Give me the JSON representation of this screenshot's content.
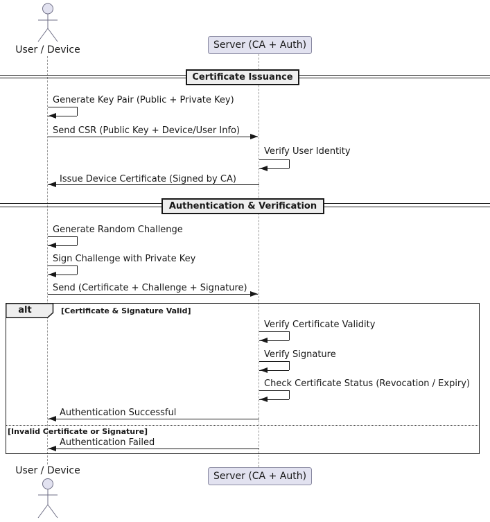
{
  "colors": {
    "participant_fill": "#E2E2F0",
    "participant_border": "#8888A0",
    "divider_fill": "#EEEEEE",
    "line": "#181818",
    "lifeline": "#999999"
  },
  "actors": {
    "user": {
      "label": "User / Device"
    },
    "server": {
      "label": "Server (CA + Auth)"
    }
  },
  "dividers": [
    {
      "label": "Certificate Issuance"
    },
    {
      "label": "Authentication & Verification"
    }
  ],
  "alt": {
    "operator": "alt",
    "guard_valid": "[Certificate & Signature Valid]",
    "guard_invalid": "[Invalid Certificate or Signature]"
  },
  "messages": {
    "generate_key_pair": "Generate Key Pair (Public + Private Key)",
    "send_csr": "Send CSR (Public Key + Device/User Info)",
    "verify_user_identity": "Verify User Identity",
    "issue_certificate": "Issue Device Certificate (Signed by CA)",
    "generate_challenge": "Generate Random Challenge",
    "sign_challenge": "Sign Challenge with Private Key",
    "send_cert_challenge_sig": "Send (Certificate + Challenge + Signature)",
    "verify_cert_validity": "Verify Certificate Validity",
    "verify_signature": "Verify Signature",
    "check_cert_status": "Check Certificate Status (Revocation / Expiry)",
    "auth_successful": "Authentication Successful",
    "auth_failed": "Authentication Failed"
  }
}
